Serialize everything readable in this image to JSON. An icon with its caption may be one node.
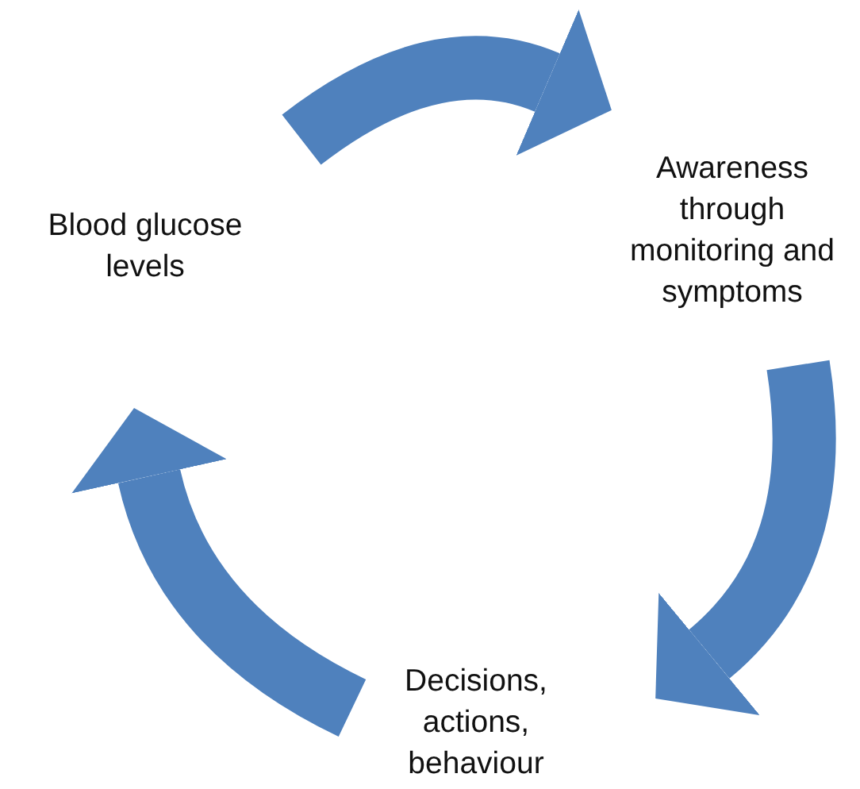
{
  "diagram": {
    "nodes": [
      {
        "text": [
          "Blood glucose levels"
        ]
      },
      {
        "text": [
          "Awareness through monitoring and symptoms"
        ]
      },
      {
        "text": [
          "Decisions, actions, behaviour"
        ]
      }
    ],
    "edges": [
      {
        "from": 0,
        "to": 1,
        "arrow": "to"
      },
      {
        "from": 1,
        "to": 2,
        "arrow": "to"
      },
      {
        "from": 2,
        "to": 0,
        "arrow": "to"
      }
    ]
  }
}
